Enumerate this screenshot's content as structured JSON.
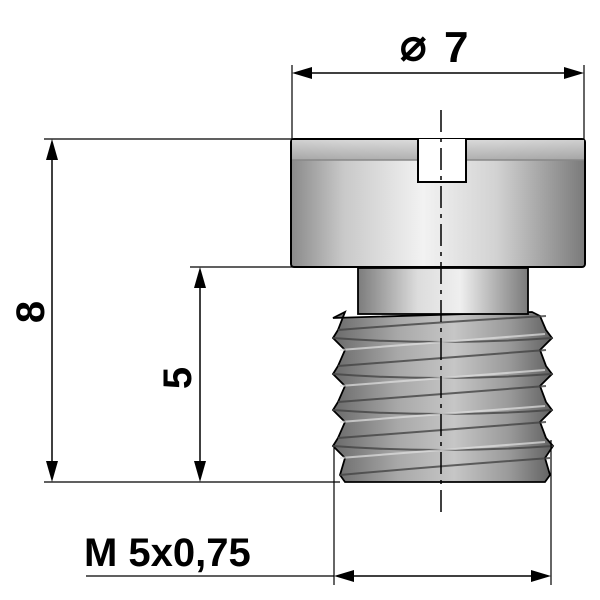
{
  "dimensions": {
    "head_diameter_symbol": "⌀",
    "head_diameter": "7",
    "total_height": "8",
    "thread_length": "5",
    "thread_spec": "M 5x0,75"
  },
  "colors": {
    "line": "#000000",
    "metal_dark": "#6f6f6f",
    "metal_light": "#e9e9e9",
    "thread_dark": "#5e5e5e",
    "thread_light": "#c9c9c9"
  }
}
